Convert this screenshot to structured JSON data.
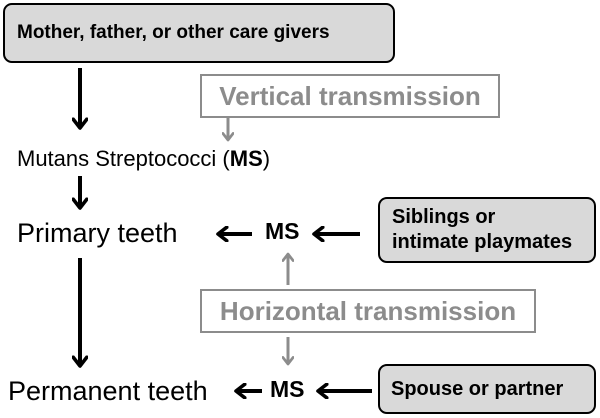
{
  "caregivers": {
    "label": "Mother, father, or other care givers"
  },
  "vertical": {
    "label": "Vertical transmission"
  },
  "mutans": {
    "prefix": "Mutans Streptococci (",
    "abbr": "MS",
    "suffix": ")"
  },
  "primary": {
    "label": "Primary teeth"
  },
  "ms_primary": {
    "label": "MS"
  },
  "siblings": {
    "line1": "Siblings or",
    "line2": "intimate playmates"
  },
  "horizontal": {
    "label": "Horizontal transmission"
  },
  "permanent": {
    "label": "Permanent teeth"
  },
  "ms_permanent": {
    "label": "MS"
  },
  "spouse": {
    "label": "Spouse or partner"
  },
  "colors": {
    "box_fill": "#d9d9d9",
    "box_border": "#000000",
    "outline_gray": "#8c8c8c",
    "arrow_black": "#000000",
    "arrow_gray": "#8c8c8c"
  }
}
